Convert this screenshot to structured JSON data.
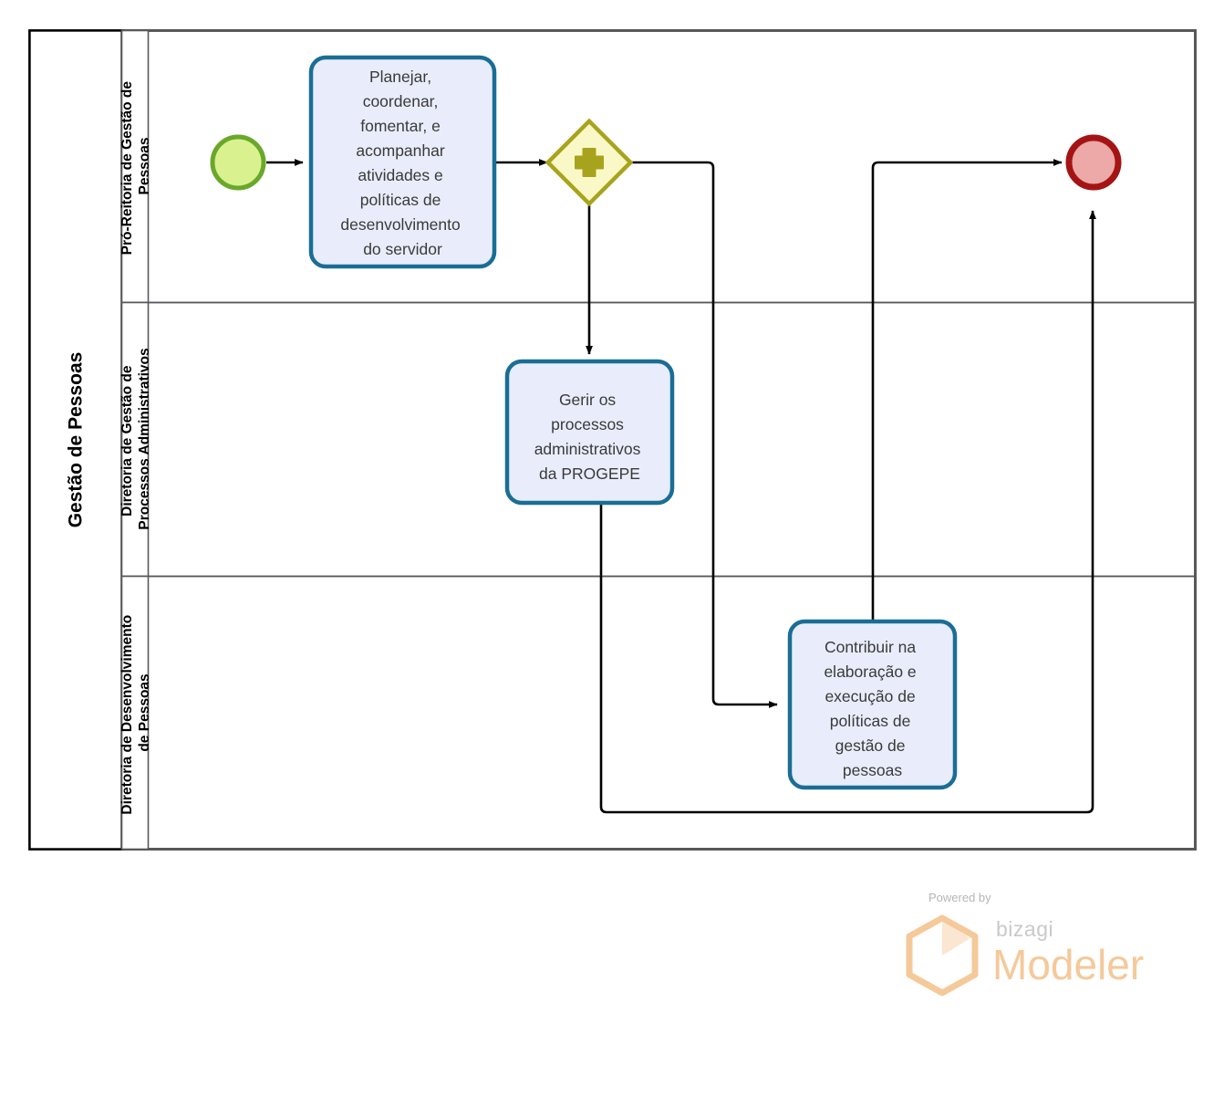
{
  "diagram": {
    "type": "bpmn-process",
    "notation": "BPMN 2.0",
    "pool": {
      "name": "Gestão de Pessoas",
      "lanes": [
        {
          "id": "lane-1",
          "name": "Pró-Reitoria de Gestão de Pessoas"
        },
        {
          "id": "lane-2",
          "name": "Diretoria de Gestão de Processos Administrativos"
        },
        {
          "id": "lane-3",
          "name": "Diretoria de Desenvolvimento de Pessoas"
        }
      ]
    },
    "nodes": [
      {
        "id": "start-event",
        "kind": "start-event",
        "label": "",
        "lane": "lane-1",
        "fill": "#d9f28f",
        "stroke": "#6aa82a"
      },
      {
        "id": "task-planejar",
        "kind": "task",
        "label": "Planejar, coordenar, fomentar, e acompanhar atividades e políticas de desenvolvimento do servidor",
        "lines": [
          "Planejar,",
          "coordenar,",
          "fomentar, e",
          "acompanhar",
          "atividades e",
          "políticas de",
          "desenvolvimento",
          "do servidor"
        ],
        "lane": "lane-1",
        "fill": "#e9edfb",
        "stroke": "#1a6e96"
      },
      {
        "id": "parallel-gateway",
        "kind": "parallel-gateway",
        "label": "",
        "lane": "lane-1",
        "fill": "#fbf8c8",
        "stroke": "#a8a31c",
        "marker": "+"
      },
      {
        "id": "task-gerir",
        "kind": "task",
        "label": "Gerir os processos administrativos da PROGEPE",
        "lines": [
          "Gerir os",
          "processos",
          "administrativos",
          "da PROGEPE"
        ],
        "lane": "lane-2",
        "fill": "#e9edfb",
        "stroke": "#1a6e96"
      },
      {
        "id": "task-contribuir",
        "kind": "task",
        "label": "Contribuir na elaboração e execução de políticas de gestão de pessoas",
        "lines": [
          "Contribuir na",
          "elaboração e",
          "execução de",
          "políticas de",
          "gestão de",
          "pessoas"
        ],
        "lane": "lane-3",
        "fill": "#e9edfb",
        "stroke": "#1a6e96"
      },
      {
        "id": "end-event",
        "kind": "end-event",
        "label": "",
        "lane": "lane-1",
        "fill": "#eda8a8",
        "stroke": "#a51414"
      }
    ],
    "flows": [
      {
        "id": "flow-1",
        "from": "start-event",
        "to": "task-planejar",
        "label": ""
      },
      {
        "id": "flow-2",
        "from": "task-planejar",
        "to": "parallel-gateway",
        "label": ""
      },
      {
        "id": "flow-3",
        "from": "parallel-gateway",
        "to": "task-gerir",
        "label": ""
      },
      {
        "id": "flow-4",
        "from": "parallel-gateway",
        "to": "task-contribuir",
        "label": ""
      },
      {
        "id": "flow-5",
        "from": "task-contribuir",
        "to": "end-event",
        "label": ""
      },
      {
        "id": "flow-6",
        "from": "task-gerir",
        "to": "end-event",
        "label": ""
      }
    ],
    "colors": {
      "pool_border": "#000000",
      "lane_border": "#58585a",
      "connector": "#000000",
      "canvas": "#ffffff"
    }
  },
  "watermark": {
    "powered_by": "Powered by",
    "brand": "bizagi",
    "product": "Modeler",
    "accent": "#f5c99a"
  }
}
